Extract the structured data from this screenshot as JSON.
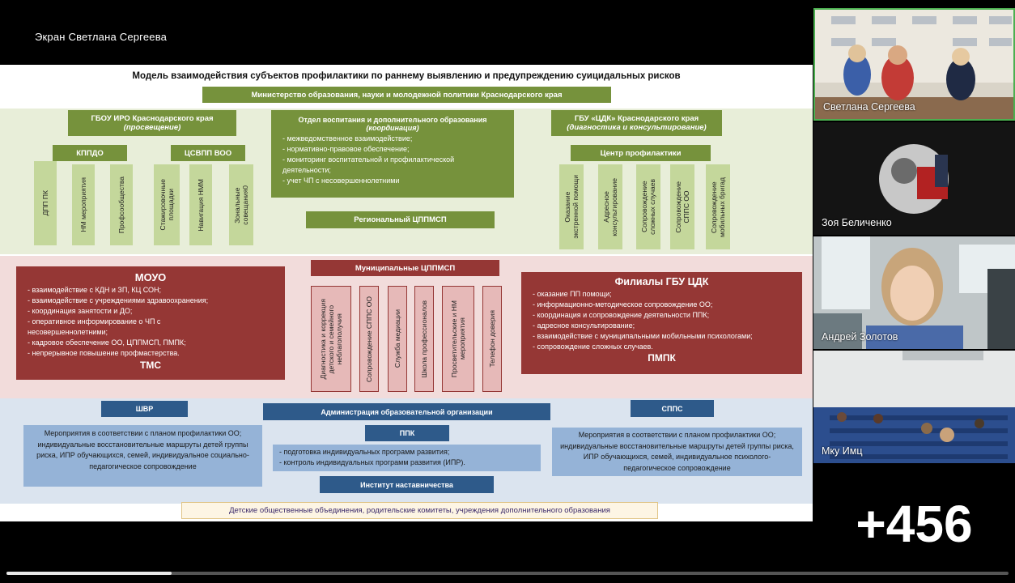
{
  "screen_share_label": "Экран Светлана Сергеева",
  "slide": {
    "title": "Модель взаимодействия субъектов профилактики по раннему выявлению и предупреждению суицидальных рисков",
    "ministry": "Министерство образования, науки и молодежной политики Краснодарского края",
    "iro": {
      "name": "ГБОУ ИРО Краснодарского края",
      "role": "(просвещение)"
    },
    "kppdo": "КППДО",
    "csvpp": "ЦСВПП ВОО",
    "green_verticals": [
      "ДПП ПК",
      "НМ мероприятия",
      "Профсообщества",
      "Стажировочные\nплощадки",
      "Навигация НММ",
      "Зональные\nсовещания0"
    ],
    "dept": {
      "name": "Отдел воспитания и дополнительного образования",
      "role": "(координация)",
      "items": [
        "- межведомственное взаимодействие;",
        "- нормативно-правовое обеспечение;",
        "- мониторинг воспитательной и профилактической\n  деятельности;",
        "- учет ЧП с несовершеннолетними"
      ]
    },
    "regional": "Региональный ЦППМСП",
    "cdk": {
      "name": "ГБУ «ЦДК» Краснодарского края",
      "role": "(диагностика и консультирование)"
    },
    "prevention_center": "Центр профилактики",
    "cdk_verticals": [
      "Оказание\nэкстренной помощи",
      "Адресное\nконсультирование",
      "Сопровождение\nсложных случаев",
      "Сопровождение\nСППС ОО",
      "Сопровождение\nмобильных бригад"
    ],
    "mouo": {
      "title": "МОУО",
      "items": [
        "- взаимодействие  с КДН и ЗП, КЦ СОН;",
        "- взаимодействие с учреждениями здравоохранения;",
        "- координация занятости и ДО;",
        "- оперативное информирование о ЧП с\n   несовершеннолетними;",
        "- кадровое обеспечение ОО, ЦППМСП, ПМПК;",
        "- непрерывное повышение профмастерства."
      ],
      "footer": "ТМС"
    },
    "municipal": "Муниципальные ЦППМСП",
    "red_verticals": [
      "Диагностика и коррекция\nдетского и семейного\nнеблагополучия",
      "Сопровождение СППС ОО",
      "Служба медиации",
      "Школа профессионалов",
      "Просветительские и НМ\nмероприятия",
      "Телефон доверия"
    ],
    "branches": {
      "title": "Филиалы ГБУ ЦДК",
      "items": [
        "- оказание ПП помощи;",
        "- информационно-методическое сопровождение ОО;",
        "- координация и сопровождение деятельности ППК;",
        "- адресное консультирование;",
        "- взаимодействие с муниципальными мобильными психологами;",
        "- сопровождение сложных случаев."
      ],
      "footer": "ПМПК"
    },
    "shvr": "ШВР",
    "shvr_text": "Мероприятия в соответствии с планом профилактики ОО; индивидуальные восстановительные маршруты детей группы риска, ИПР обучающихся, семей, индивидуальное социально-педагогическое сопровождение",
    "admin": "Администрация образовательной организации",
    "ppk": "ППК",
    "ppk_items": [
      "- подготовка индивидуальных программ развития;",
      "- контроль индивидуальных программ развития (ИПР)."
    ],
    "mentoring": "Институт наставничества",
    "spps": "СППС",
    "spps_text": "Мероприятия в соответствии с планом профилактики ОО; индивидуальные восстановительные маршруты детей группы риска, ИПР обучающихся, семей, индивидуальное психолого-педагогическое сопровождение",
    "footer": "Детские общественные объединения, родительские  комитеты, учреждения дополнительного образования"
  },
  "participants": [
    {
      "name": "Светлана Сергеева"
    },
    {
      "name": "Зоя Беличенко"
    },
    {
      "name": "Андрей Золотов"
    },
    {
      "name": "Мку Имц"
    }
  ],
  "more_participants": "+456",
  "progress": 0.165
}
